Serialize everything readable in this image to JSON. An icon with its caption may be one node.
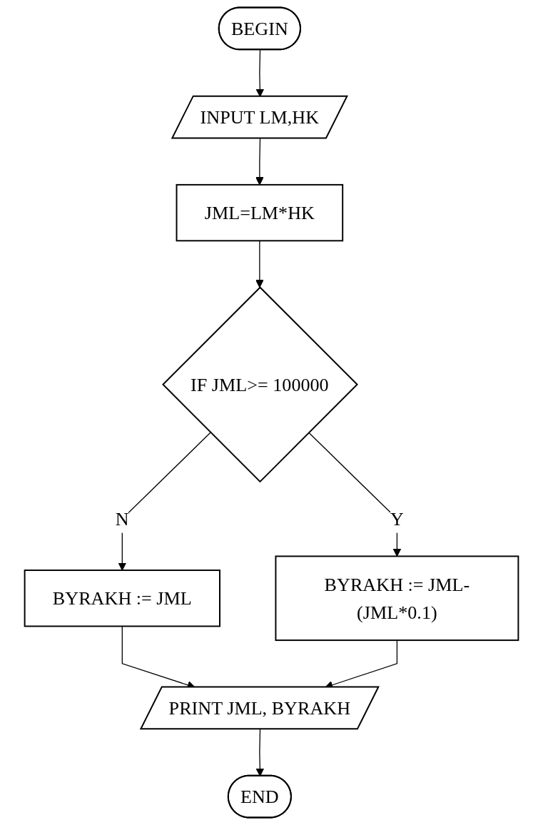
{
  "diagram": {
    "nodes": [
      {
        "text": [
          "BEGIN"
        ]
      },
      {
        "text": [
          "INPUT LM,HK"
        ]
      },
      {
        "text": [
          "JML=LM*HK"
        ]
      },
      {
        "text": [
          "IF JML>= 100000"
        ]
      },
      {
        "text": [
          "BYRAKH := JML-(JML*0.1)"
        ]
      },
      {
        "text": [
          "BYRAKH := JML"
        ]
      },
      {
        "text": [
          "PRINT JML, BYRAKH"
        ]
      },
      {
        "text": [
          "END"
        ]
      }
    ],
    "edges": [
      {
        "from": 0,
        "to": 1,
        "arrow": "to"
      },
      {
        "from": 1,
        "to": 2,
        "arrow": "to"
      },
      {
        "from": 2,
        "to": 3,
        "arrow": "to"
      },
      {
        "from": 3,
        "to": 4,
        "label": "Y",
        "arrow": "to"
      },
      {
        "from": 3,
        "to": 5,
        "label": "N",
        "arrow": "to"
      },
      {
        "from": 5,
        "to": 6,
        "arrow": "to"
      },
      {
        "from": 4,
        "to": 6,
        "arrow": "to"
      },
      {
        "from": 6,
        "to": 7,
        "arrow": "to"
      }
    ]
  }
}
